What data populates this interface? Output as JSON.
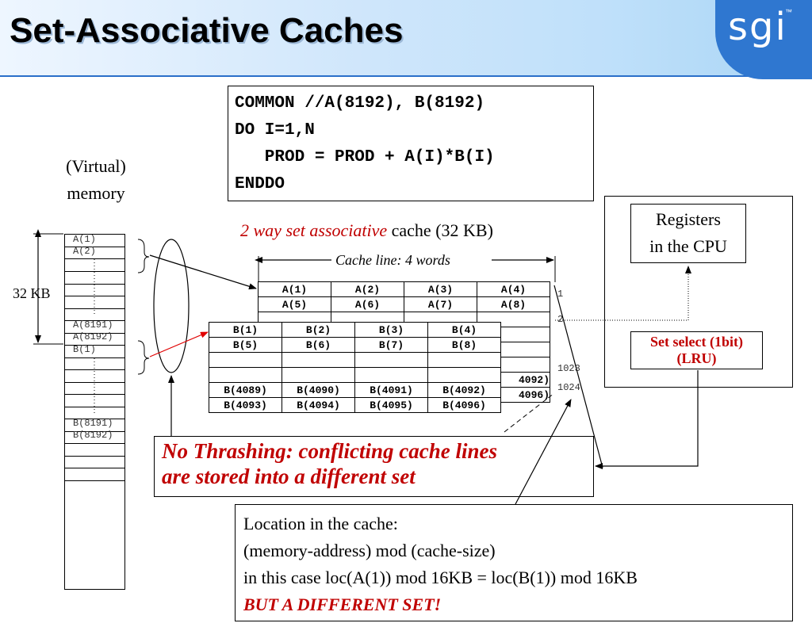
{
  "slide": {
    "title": "Set-Associative Caches",
    "logo": "sgi",
    "logo_tm": "™"
  },
  "code": {
    "lines": [
      "COMMON //A(8192), B(8192)",
      "DO I=1,N",
      "   PROD = PROD + A(I)*B(I)",
      "ENDDO"
    ]
  },
  "memory": {
    "heading_line1": "(Virtual)",
    "heading_line2": "memory",
    "size_label": "32 KB",
    "labels": [
      "A(1)",
      "A(2)",
      "A(8191)",
      "A(8192)",
      "B(1)",
      "B(8191)",
      "B(8192)"
    ]
  },
  "cache": {
    "heading_italic": "2 way set associative",
    "heading_rest": " cache (32 KB)",
    "line_label": "Cache line: 4 words",
    "set_a_rows": [
      [
        "A(1)",
        "A(2)",
        "A(3)",
        "A(4)"
      ],
      [
        "A(5)",
        "A(6)",
        "A(7)",
        "A(8)"
      ]
    ],
    "set_a_tail": [
      "4092)",
      "4096)"
    ],
    "set_b_rows": [
      [
        "B(1)",
        "B(2)",
        "B(3)",
        "B(4)"
      ],
      [
        "B(5)",
        "B(6)",
        "B(7)",
        "B(8)"
      ],
      [
        "",
        "",
        "",
        ""
      ],
      [
        "",
        "",
        "",
        ""
      ],
      [
        "B(4089)",
        "B(4090)",
        "B(4091)",
        "B(4092)"
      ],
      [
        "B(4093)",
        "B(4094)",
        "B(4095)",
        "B(4096)"
      ]
    ],
    "row_numbers": [
      "1",
      "2",
      "1023",
      "1024"
    ]
  },
  "cpu": {
    "registers_line1": "Registers",
    "registers_line2": "in the CPU",
    "set_select_line1": "Set select (1bit)",
    "set_select_line2": "(LRU)"
  },
  "callout": {
    "line1": "No Thrashing: conflicting cache lines",
    "line2": "are stored into a different set"
  },
  "location": {
    "line1": "Location in the cache:",
    "line2": "(memory-address) mod (cache-size)",
    "line3": "in this case loc(A(1)) mod 16KB = loc(B(1)) mod 16KB",
    "line4": "BUT A DIFFERENT SET!"
  },
  "colors": {
    "accent_red": "#c00000",
    "header_blue": "#2f77d0"
  }
}
